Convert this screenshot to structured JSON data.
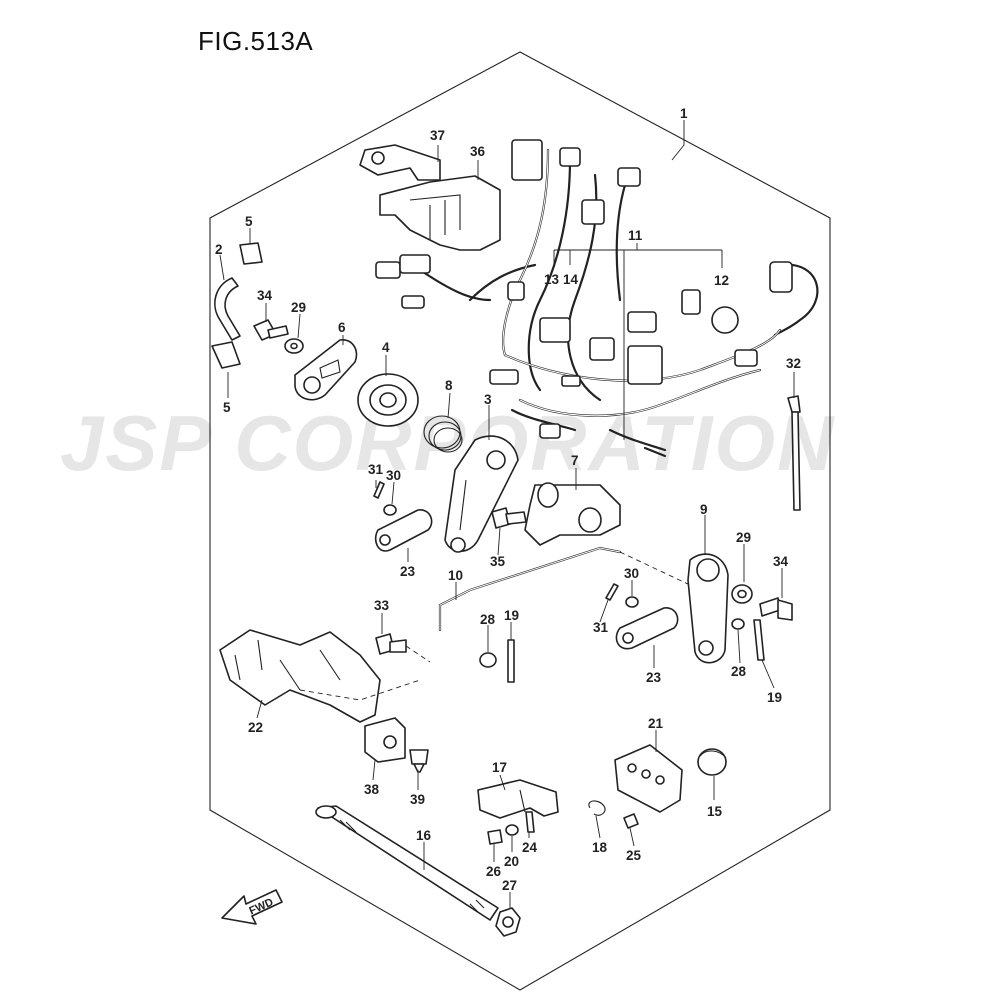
{
  "figure": {
    "title": "FIG.513A"
  },
  "watermark": {
    "text": "JSP CORPORATION"
  },
  "direction_arrow": {
    "text": "FWD"
  },
  "callouts": [
    "1",
    "2",
    "3",
    "4",
    "5",
    "5",
    "6",
    "7",
    "8",
    "9",
    "10",
    "11",
    "12",
    "13",
    "14",
    "15",
    "16",
    "17",
    "18",
    "19",
    "19",
    "20",
    "21",
    "22",
    "23",
    "23",
    "24",
    "25",
    "26",
    "27",
    "28",
    "28",
    "29",
    "29",
    "30",
    "30",
    "31",
    "31",
    "32",
    "33",
    "34",
    "34",
    "35",
    "36",
    "37",
    "38",
    "39"
  ],
  "colors": {
    "line": "#222222",
    "watermark": "#e6e6e6",
    "background": "#ffffff"
  }
}
